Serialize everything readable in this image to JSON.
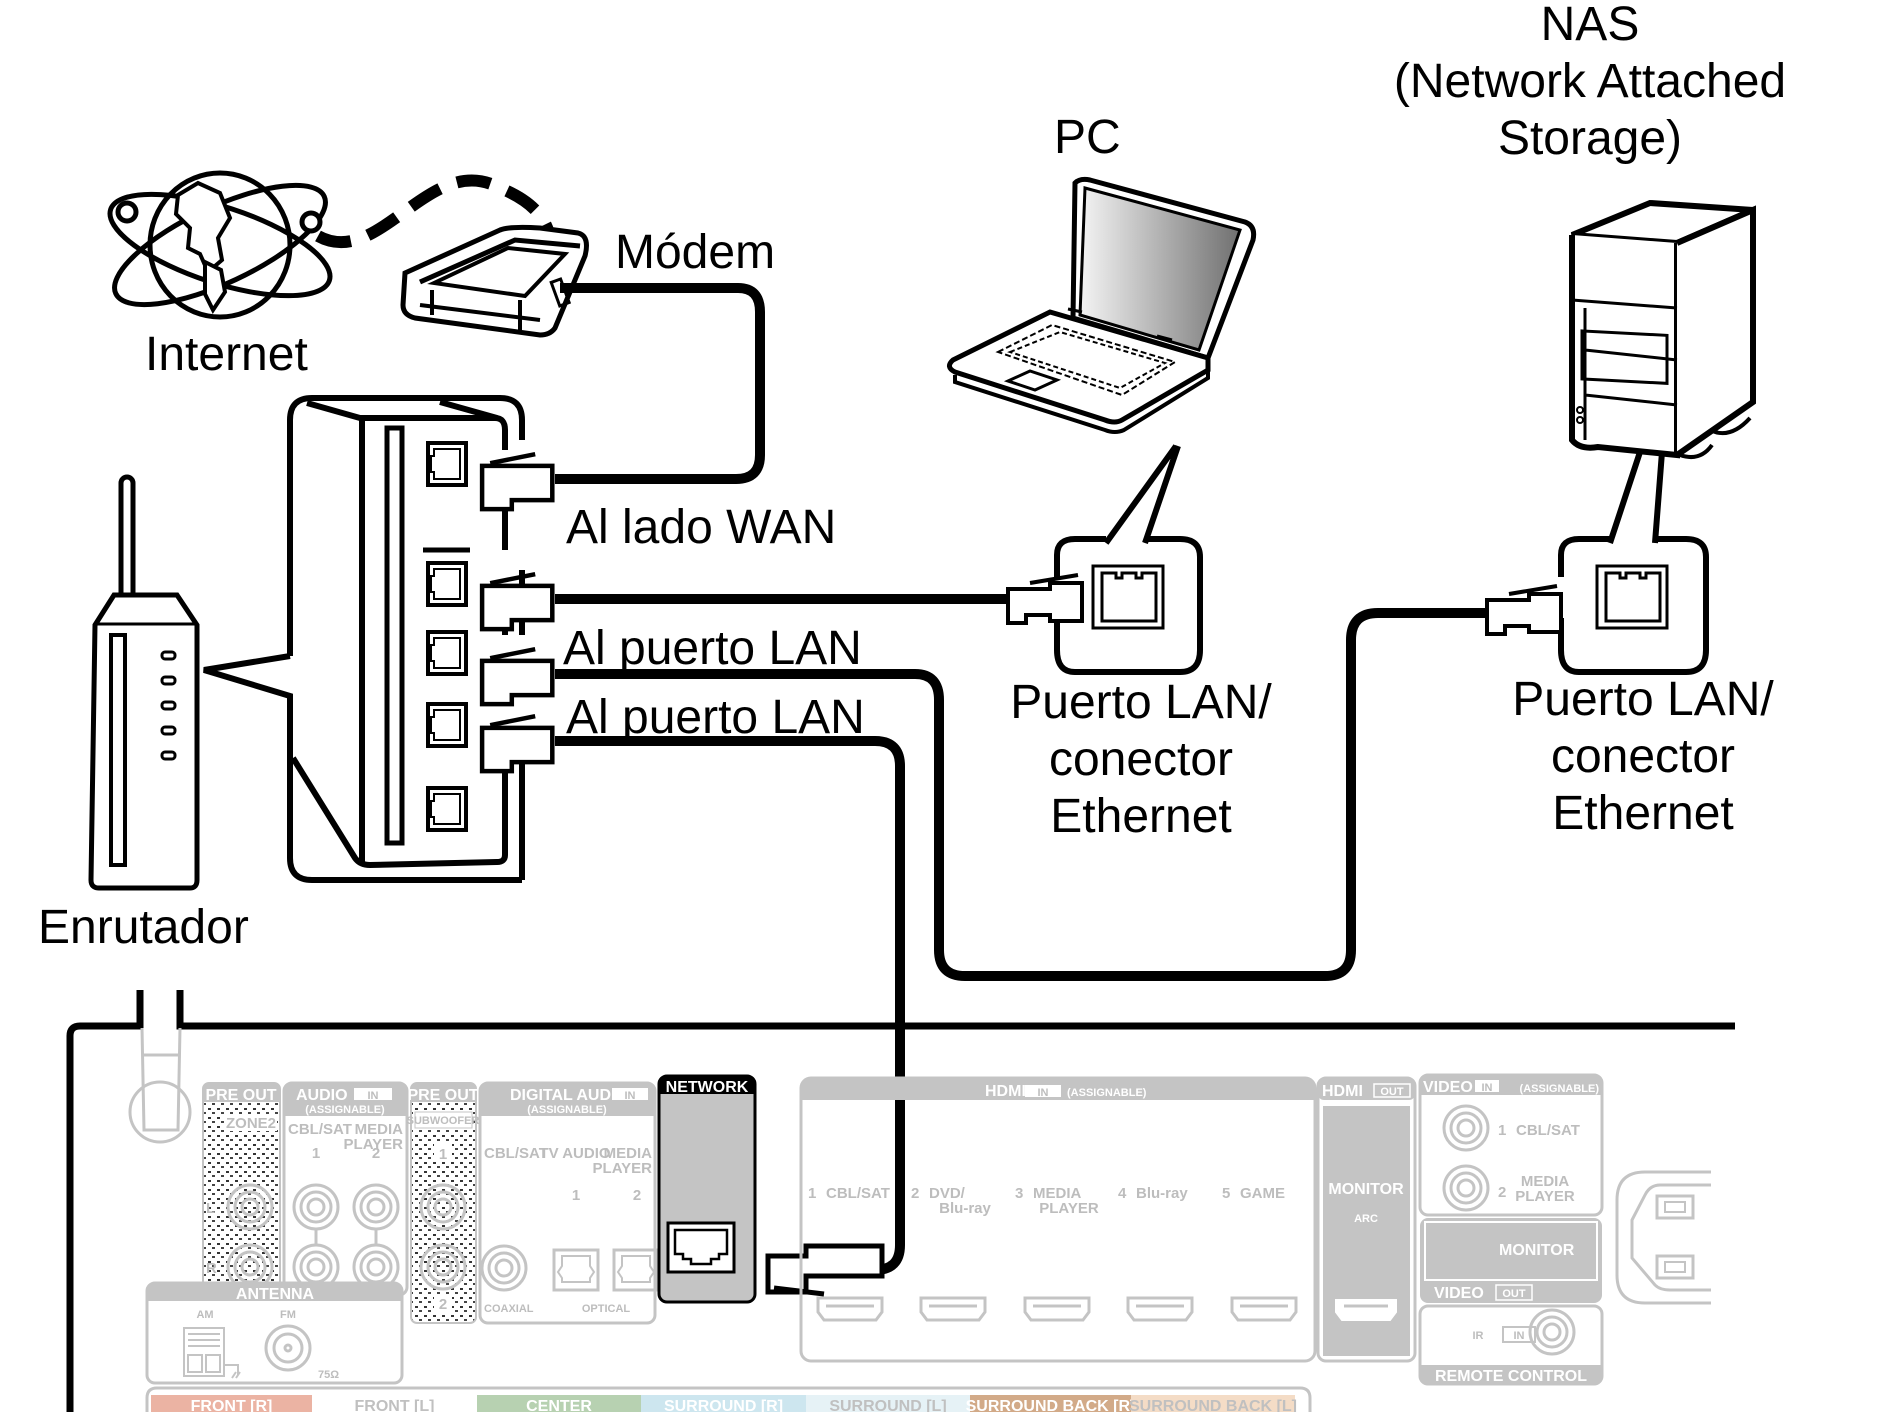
{
  "diagram": {
    "title": "Network connection diagram",
    "labels": {
      "internet": "Internet",
      "modem": "Módem",
      "router": "Enrutador",
      "pc": "PC",
      "nas_line1": "NAS",
      "nas_line2": "(Network Attached",
      "nas_line3": "Storage)",
      "wan_side": "Al lado WAN",
      "lan_port_1": "Al puerto LAN",
      "lan_port_2": "Al puerto LAN",
      "pc_port_line1": "Puerto LAN/",
      "pc_port_line2": "conector",
      "pc_port_line3": "Ethernet",
      "nas_port_line1": "Puerto LAN/",
      "nas_port_line2": "conector",
      "nas_port_line3": "Ethernet"
    },
    "connections": [
      {
        "from": "Internet",
        "to": "Módem",
        "style": "dashed"
      },
      {
        "from": "Módem",
        "to": "Enrutador WAN",
        "style": "solid"
      },
      {
        "from": "Enrutador LAN",
        "to": "PC",
        "style": "solid"
      },
      {
        "from": "Enrutador LAN",
        "to": "NAS",
        "style": "solid"
      },
      {
        "from": "Enrutador LAN",
        "to": "Receiver NETWORK",
        "style": "solid"
      }
    ]
  },
  "rear_panel": {
    "pre_out_zone2": {
      "title": "PRE OUT",
      "sub": "ZONE2",
      "left": "L",
      "right": "R"
    },
    "audio_in": {
      "title": "AUDIO",
      "badge": "IN",
      "sub": "(ASSIGNABLE)",
      "inputs": [
        {
          "num": "1",
          "name": "CBL/SAT"
        },
        {
          "num": "2",
          "name_l1": "MEDIA",
          "name_l2": "PLAYER"
        }
      ]
    },
    "pre_out_sub": {
      "title": "PRE OUT",
      "sub": "SUBWOOFER",
      "ch1": "1",
      "ch2": "2"
    },
    "digital_audio_in": {
      "title": "DIGITAL AUDIO",
      "badge": "IN",
      "sub": "(ASSIGNABLE)",
      "cols": [
        "CBL/SAT",
        "TV AUDIO",
        "MEDIA",
        "PLAYER"
      ],
      "nums": [
        "1",
        "2"
      ],
      "coaxial": "COAXIAL",
      "optical": "OPTICAL"
    },
    "network": {
      "title": "NETWORK"
    },
    "antenna": {
      "title": "ANTENNA",
      "am": "AM",
      "fm": "FM",
      "ohm": "75Ω"
    },
    "hdmi_in": {
      "title": "HDMI",
      "badge": "IN",
      "sub": "(ASSIGNABLE)",
      "inputs": [
        {
          "num": "1",
          "l1": "CBL/SAT",
          "l2": ""
        },
        {
          "num": "2",
          "l1": "DVD/",
          "l2": "Blu-ray"
        },
        {
          "num": "3",
          "l1": "MEDIA",
          "l2": "PLAYER"
        },
        {
          "num": "4",
          "l1": "Blu-ray",
          "l2": ""
        },
        {
          "num": "5",
          "l1": "GAME",
          "l2": ""
        }
      ]
    },
    "hdmi_out": {
      "title": "HDMI",
      "badge": "OUT",
      "monitor": "MONITOR",
      "arc": "ARC"
    },
    "video_in": {
      "title": "VIDEO",
      "badge": "IN",
      "sub": "(ASSIGNABLE)",
      "in1_num": "1",
      "in1": "CBL/SAT",
      "in2_num": "2",
      "in2_l1": "MEDIA",
      "in2_l2": "PLAYER"
    },
    "video_out": {
      "monitor": "MONITOR",
      "title": "VIDEO",
      "badge": "OUT"
    },
    "remote_control": {
      "ir": "IR",
      "badge": "IN",
      "title": "REMOTE CONTROL"
    },
    "speakers": [
      {
        "label": "FRONT ",
        "side": "R",
        "color": "#ebb3a3",
        "text": "#ffffff"
      },
      {
        "label": "FRONT ",
        "side": "L",
        "color": "#ffffff",
        "text": "#c0c0c0"
      },
      {
        "label": "CENTER",
        "side": "",
        "color": "#b7d1b1",
        "text": "#ffffff"
      },
      {
        "label": "SURROUND ",
        "side": "R",
        "color": "#cde6ef",
        "text": "#ffffff"
      },
      {
        "label": "SURROUND ",
        "side": "L",
        "color": "#e6f2f6",
        "text": "#c0c0c0"
      },
      {
        "label": "SURROUND BACK ",
        "side": "R",
        "color": "#d2aa88",
        "text": "#ffffff"
      },
      {
        "label": "SURROUND BACK ",
        "side": "L",
        "color": "#f4dcc6",
        "text": "#c0c0c0"
      }
    ]
  }
}
